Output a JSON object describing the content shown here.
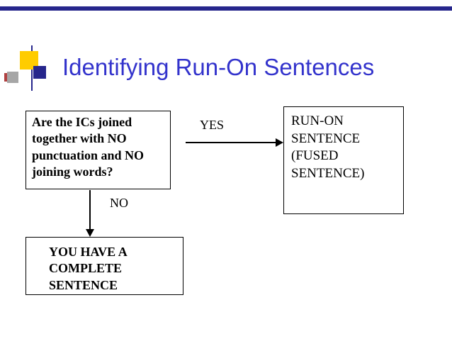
{
  "slide": {
    "title": "Identifying Run-On Sentences"
  },
  "flowchart": {
    "question_box": "Are the ICs joined\ntogether with NO\npunctuation and NO\njoining words?",
    "yes_label": "YES",
    "no_label": "NO",
    "runon_box": "RUN-ON\nSENTENCE\n(FUSED\nSENTENCE)",
    "complete_box": "YOU HAVE A\nCOMPLETE\nSENTENCE"
  },
  "colors": {
    "title_blue": "#3333CC",
    "bar_navy": "#26268C",
    "accent_yellow": "#FFCC00",
    "accent_gray": "#A6A6A6",
    "accent_red": "#B04040",
    "box_border": "#000000"
  }
}
